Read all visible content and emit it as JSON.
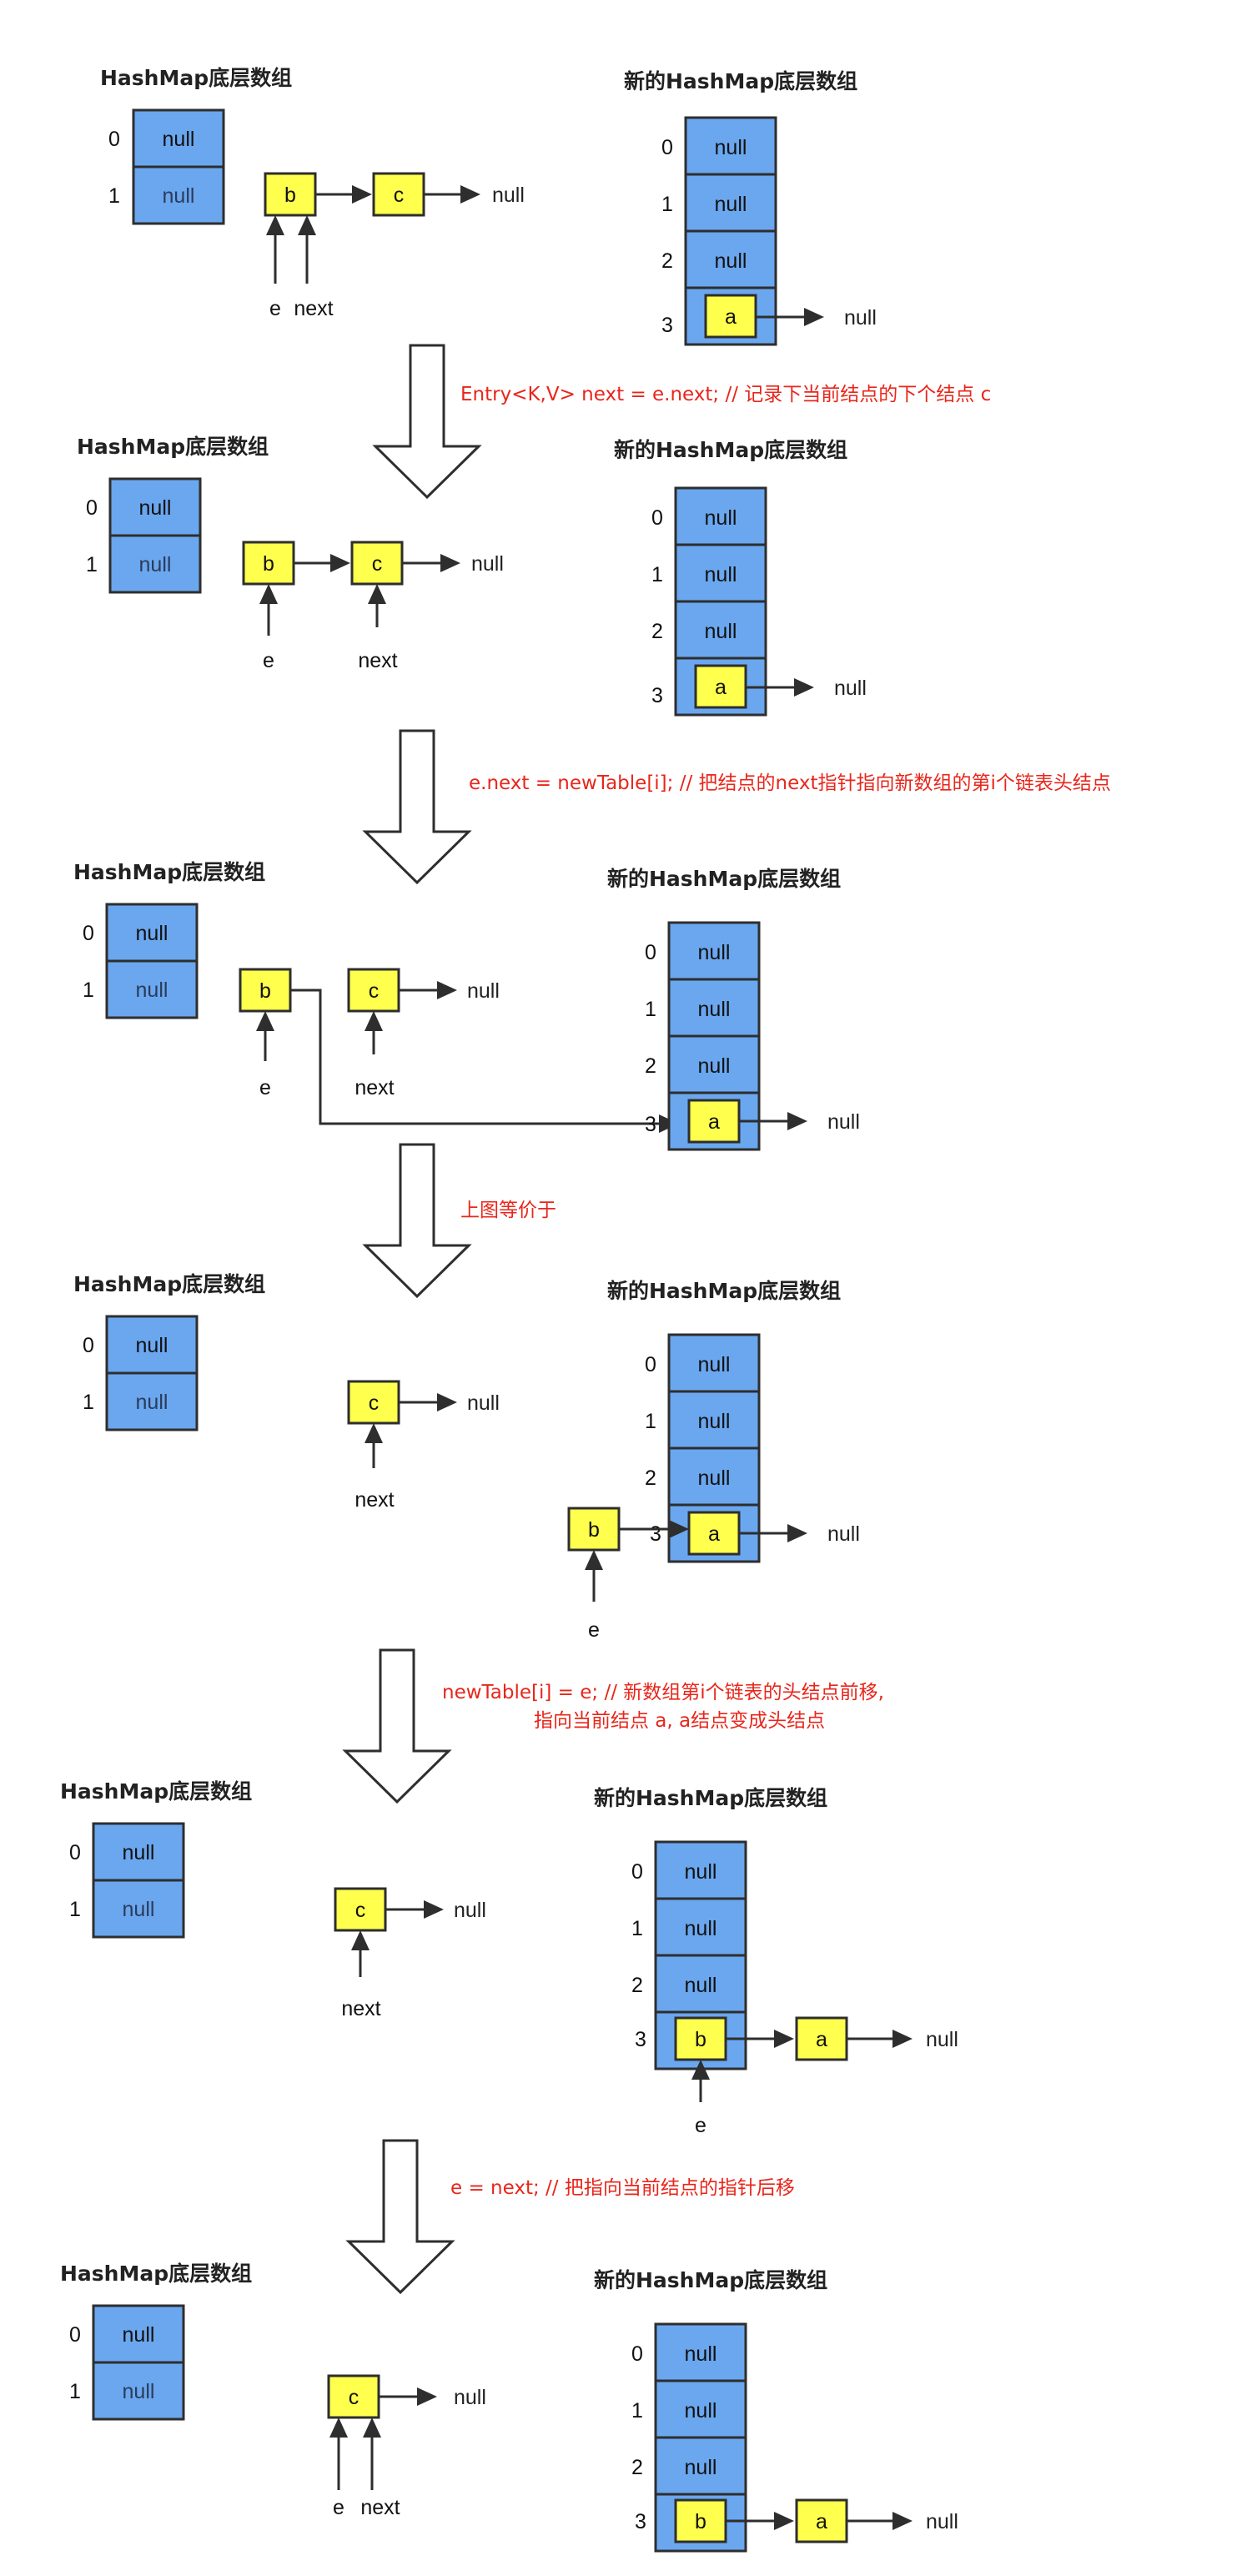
{
  "labels": {
    "old_table_title": "HashMap底层数组",
    "new_table_title": "新的HashMap底层数组",
    "null": "null",
    "e": "e",
    "next": "next",
    "node_a": "a",
    "node_b": "b",
    "node_c": "c",
    "index_0": "0",
    "index_1": "1",
    "index_2": "2",
    "index_3": "3"
  },
  "steps": [
    {
      "annotation": []
    },
    {
      "annotation": [
        "Entry<K,V> next = e.next;  // 记录下当前结点的下个结点 c"
      ]
    },
    {
      "annotation": [
        "e.next = newTable[i];  // 把结点的next指针指向新数组的第i个链表头结点"
      ]
    },
    {
      "annotation": [
        "上图等价于"
      ]
    },
    {
      "annotation": [
        "newTable[i] = e;  // 新数组第i个链表的头结点前移,",
        "指向当前结点 a, a结点变成头结点"
      ]
    },
    {
      "annotation": [
        "e = next; // 把指向当前结点的指针后移"
      ]
    }
  ],
  "colors": {
    "cell": "#6aa7ef",
    "node": "#ffff4d",
    "annotation": "#e8261b",
    "stroke": "#2e2e2e"
  }
}
